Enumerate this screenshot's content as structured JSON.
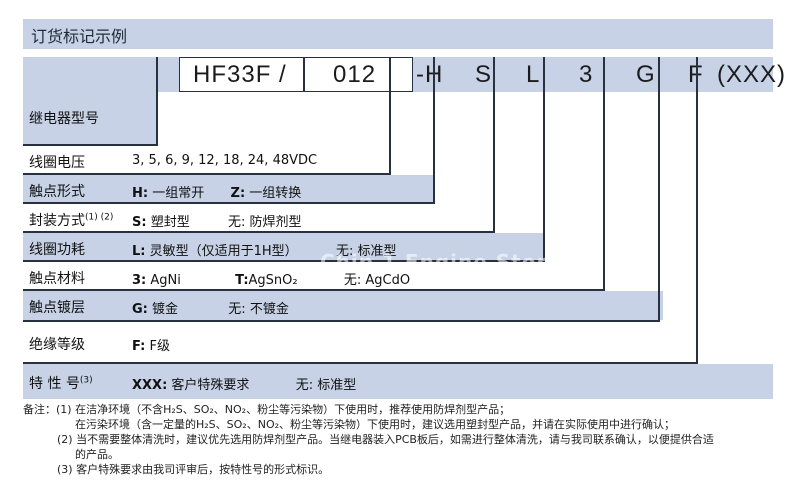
{
  "title": "订货标记示例",
  "code": {
    "model": "HF33F /",
    "voltage": "012",
    "h": "-H",
    "s": "S",
    "l": "L",
    "n3": "3",
    "g": "G",
    "f": "F",
    "xxx": "(XXX)"
  },
  "rows": [
    {
      "label": "继电器型号",
      "content": ""
    },
    {
      "label": "线圈电压",
      "content": "3, 5, 6, 9, 12, 18, 24, 48VDC"
    },
    {
      "label": "触点形式",
      "content_a_key": "H:",
      "content_a": " 一组常开",
      "content_b_key": "Z:",
      "content_b": " 一组转换"
    },
    {
      "label": "封装方式",
      "label_sup": "(1) (2)",
      "content_a_key": "S:",
      "content_a": " 塑封型",
      "content_b_key": "无:",
      "content_b": " 防焊剂型"
    },
    {
      "label": "线圈功耗",
      "content_a_key": "L:",
      "content_a": " 灵敏型（仅适用于1H型）",
      "content_b_key": "无:",
      "content_b": " 标准型"
    },
    {
      "label": "触点材料",
      "content_a_key": "3:",
      "content_a": " AgNi",
      "content_b_key": "T:",
      "content_b": "AgSnO₂",
      "content_c_key": "无:",
      "content_c": " AgCdO"
    },
    {
      "label": "触点镀层",
      "content_a_key": "G:",
      "content_a": " 镀金",
      "content_b_key": "无:",
      "content_b": " 不镀金"
    },
    {
      "label": "绝缘等级",
      "content_a_key": "F:",
      "content_a": " F级"
    },
    {
      "label": "特 性 号",
      "label_sup": "(3)",
      "content_a_key": "XXX:",
      "content_a": " 客户特殊要求",
      "content_b_key": "无:",
      "content_b": " 标准型"
    }
  ],
  "notes": [
    "备注：(1) 在洁净环境（不含H₂S、SO₂、NO₂、粉尘等污染物）下使用时，推荐使用防焊剂型产品；",
    "在污染环境（含一定量的H₂S、SO₂、NO₂、粉尘等污染物）下使用时，建议选用塑封型产品，并请在实际使用中进行确认；",
    "(2) 当不需要整体清洗时，建议优先选用防焊剂型产品。当继电器装入PCB板后，如需进行整体清洗，请与我司联系确认，以便提供合适",
    "的产品。",
    "(3) 客户特殊要求由我司评审后，按特性号的形式标识。"
  ],
  "watermark": "Chip 1 Engine Store"
}
